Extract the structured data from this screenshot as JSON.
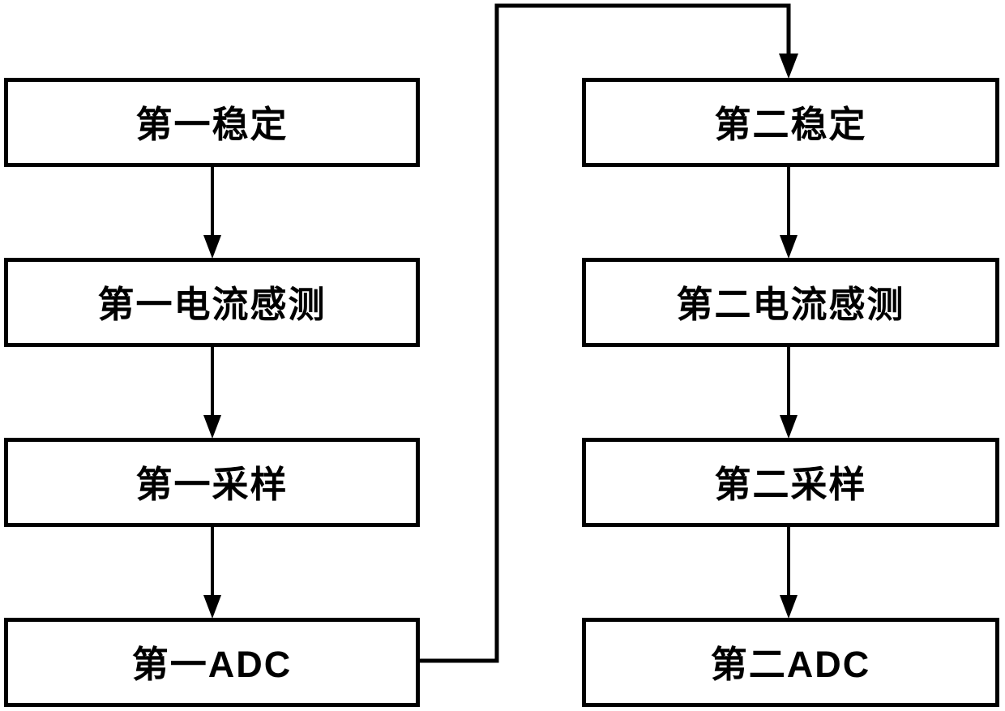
{
  "figure": {
    "type": "flowchart",
    "background_color": "#ffffff",
    "stroke_color": "#000000",
    "columns": [
      {
        "id": "first-signal-chain",
        "boxes": [
          "第一稳定",
          "第一电流感测",
          "第一采样",
          "第一ADC"
        ]
      },
      {
        "id": "second-signal-chain",
        "boxes": [
          "第二稳定",
          "第二电流感测",
          "第二采样",
          "第二ADC"
        ]
      }
    ],
    "edges": [
      {
        "from": "第一稳定",
        "to": "第一电流感测",
        "style": "arrow-down"
      },
      {
        "from": "第一电流感测",
        "to": "第一采样",
        "style": "arrow-down"
      },
      {
        "from": "第一采样",
        "to": "第一ADC",
        "style": "arrow-down"
      },
      {
        "from": "第一ADC",
        "to": "第二稳定",
        "style": "right-up-over-down-arrow"
      },
      {
        "from": "第二稳定",
        "to": "第二电流感测",
        "style": "arrow-down"
      },
      {
        "from": "第二电流感测",
        "to": "第二采样",
        "style": "arrow-down"
      },
      {
        "from": "第二采样",
        "to": "第二ADC",
        "style": "arrow-down"
      }
    ]
  }
}
